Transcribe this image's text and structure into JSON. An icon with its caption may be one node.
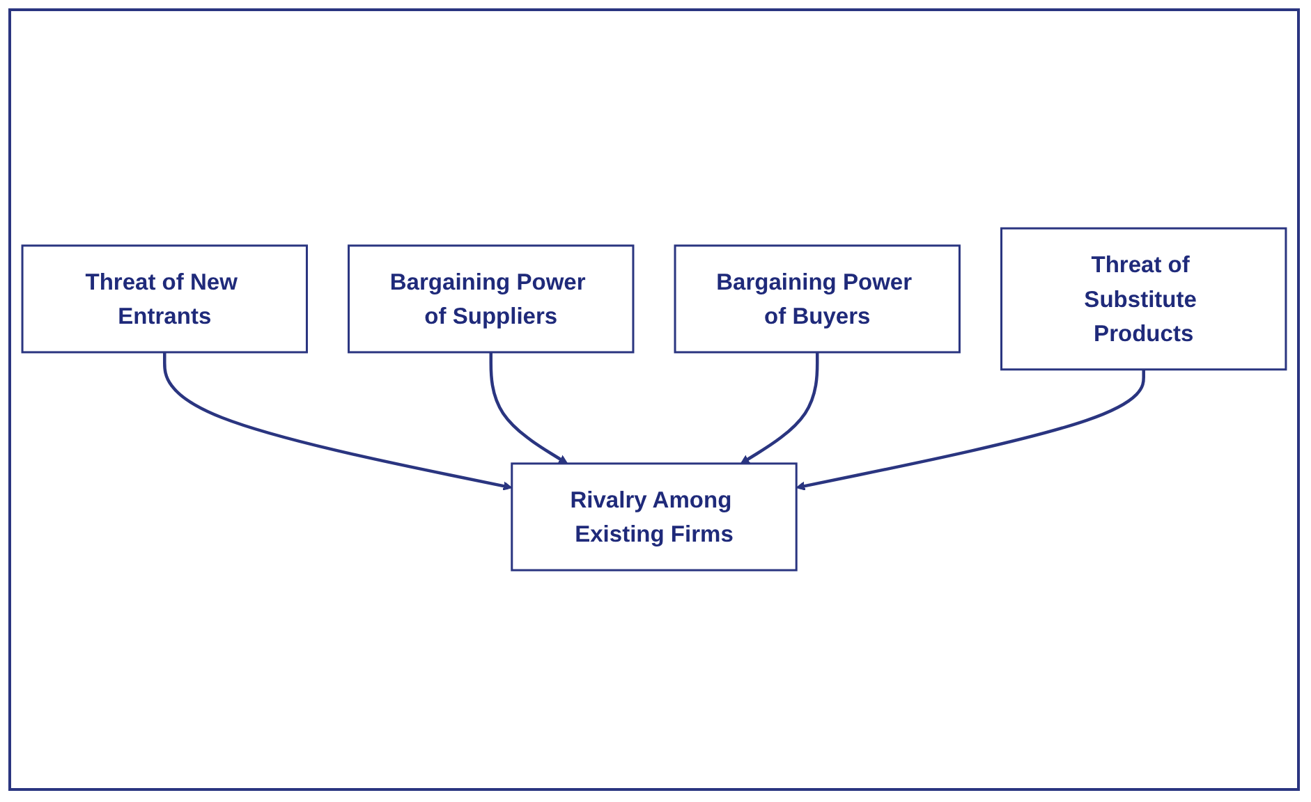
{
  "diagram": {
    "nodes": [
      {
        "text": [
          "Threat of New Entrants"
        ]
      },
      {
        "text": [
          "Bargaining Power of Suppliers"
        ]
      },
      {
        "text": [
          "Rivalry Among Existing Firms"
        ]
      },
      {
        "text": [
          "Bargaining Power of Buyers"
        ]
      },
      {
        "text": [
          "Threat of Substitute Products"
        ]
      }
    ],
    "edges": [
      {
        "from": 0,
        "to": 2,
        "arrow": "to"
      },
      {
        "from": 1,
        "to": 2,
        "arrow": "to"
      },
      {
        "from": 3,
        "to": 2,
        "arrow": "to"
      },
      {
        "from": 4,
        "to": 2,
        "arrow": "to"
      }
    ]
  }
}
